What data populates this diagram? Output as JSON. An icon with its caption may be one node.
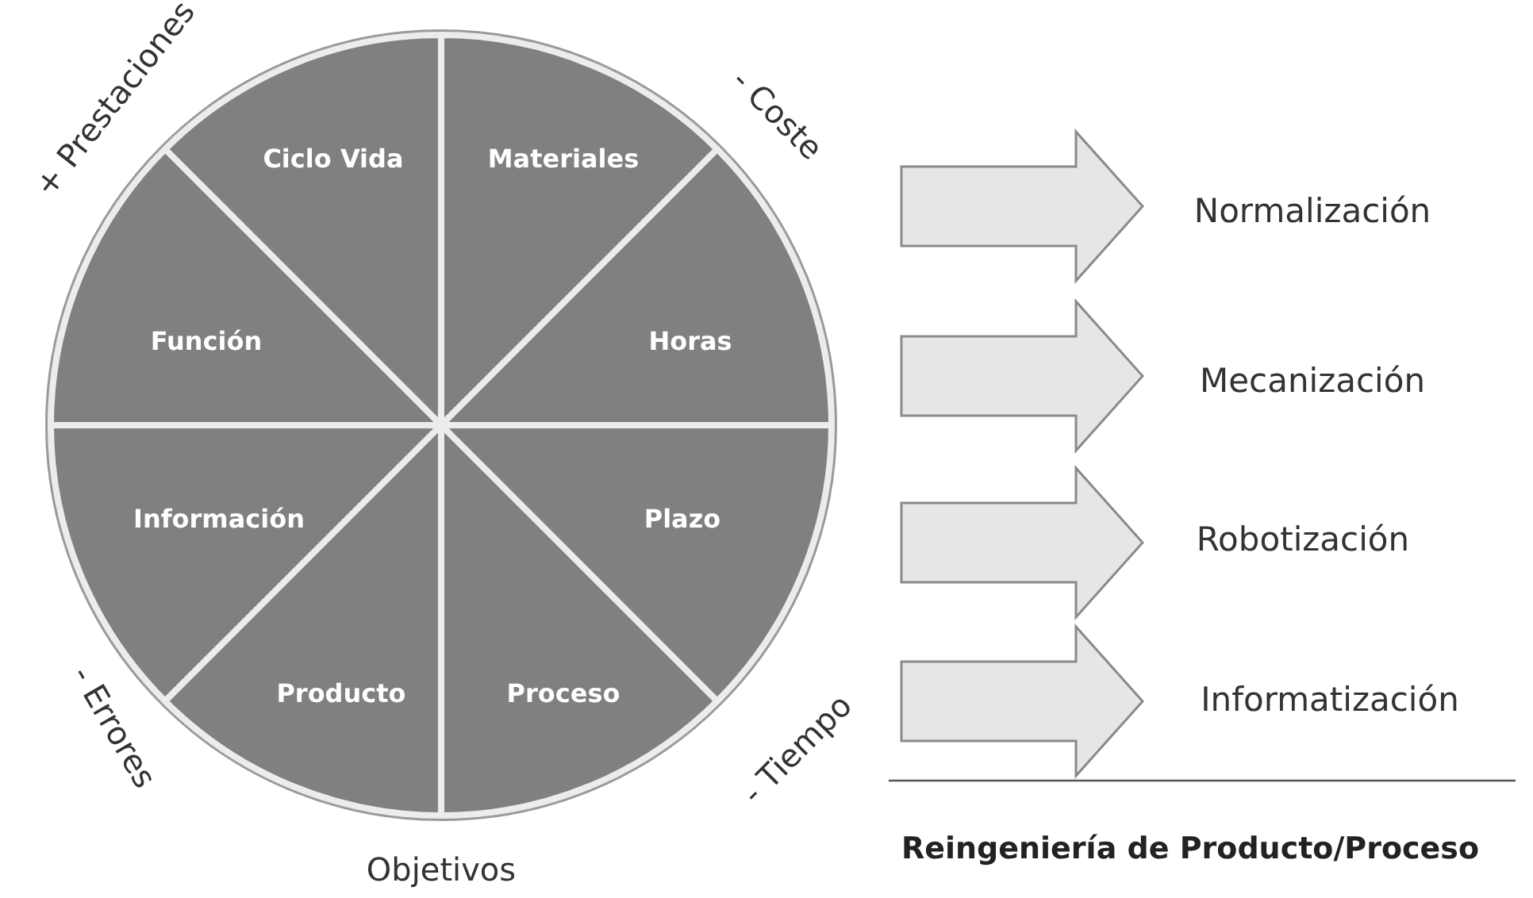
{
  "diagram": {
    "nodes": [
      {
        "text": [
          "Ciclo Vida"
        ]
      },
      {
        "text": [
          "Materiales"
        ]
      },
      {
        "text": [
          "Función"
        ]
      },
      {
        "text": [
          "Horas"
        ]
      },
      {
        "text": [
          "Información"
        ]
      },
      {
        "text": [
          "Plazo"
        ]
      },
      {
        "text": [
          "Producto"
        ]
      },
      {
        "text": [
          "Proceso"
        ]
      }
    ],
    "labels": [
      "+ Prestaciones",
      "- Coste",
      "Normalización",
      "Mecanización",
      "Robotización",
      "Informatización",
      "- Errores",
      "- Tiempo",
      "Objetivos",
      "Reingeniería de Producto/Proceso"
    ]
  }
}
